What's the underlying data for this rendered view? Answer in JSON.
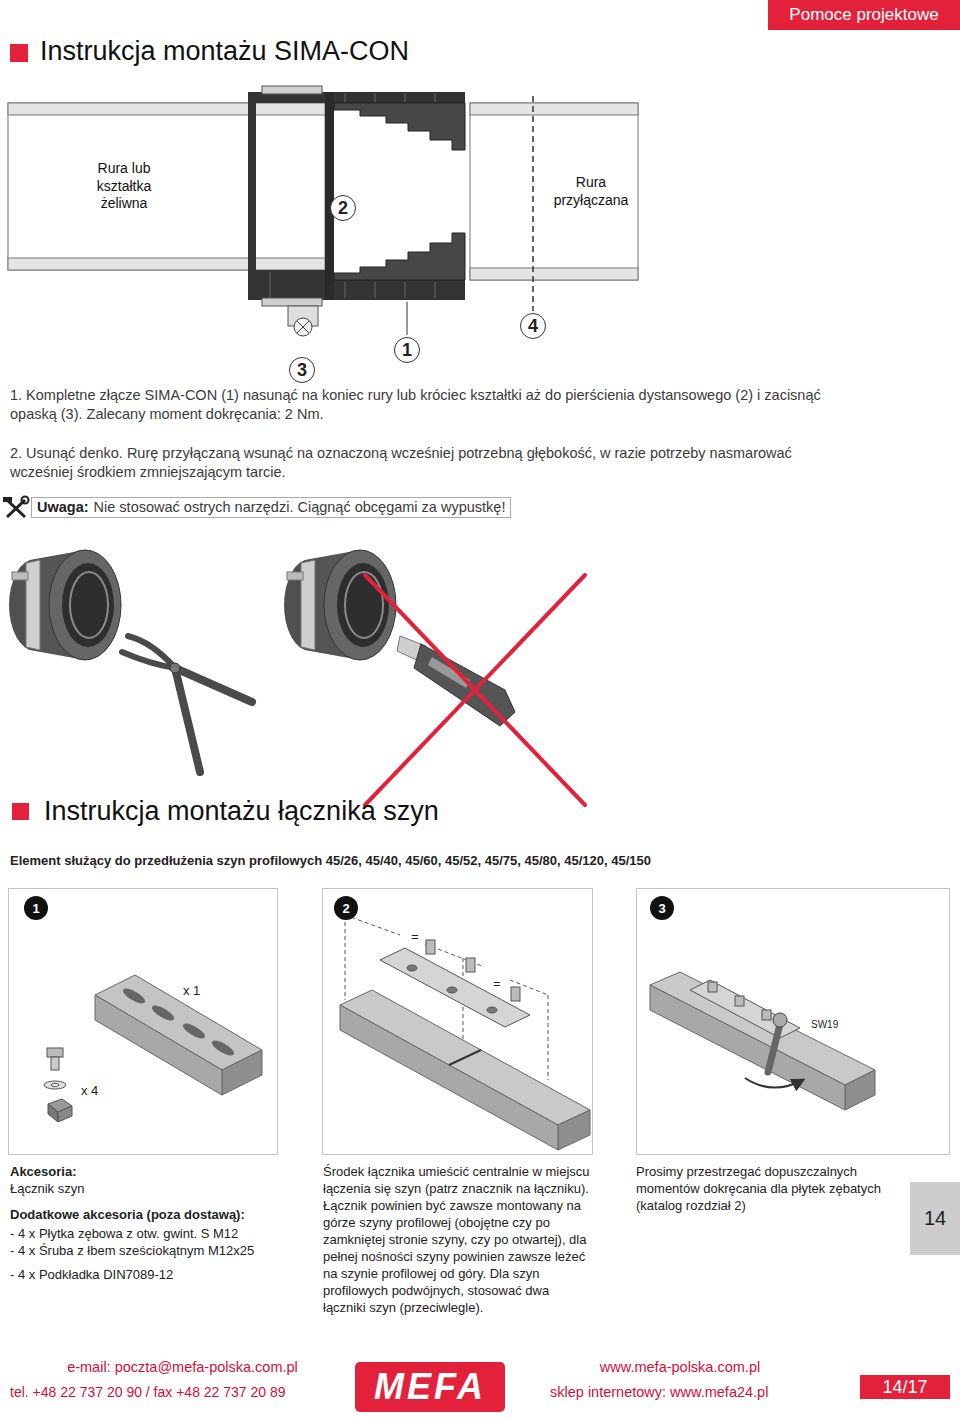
{
  "diagram": {
    "title": "Instrukcja montażu SIMA-CON",
    "nodes": [
      {
        "text": [
          "Pomoce projektowe"
        ]
      },
      {
        "text": [
          "Rura lub kształtka żeliwna"
        ]
      },
      {
        "text": [
          "2"
        ]
      },
      {
        "text": [
          "Rura przyłączana"
        ]
      },
      {
        "text": [
          "3"
        ]
      },
      {
        "text": [
          "1"
        ]
      },
      {
        "text": [
          "4"
        ]
      },
      {
        "text": [
          "x 1",
          "x 4"
        ]
      },
      {
        "text": [
          "1"
        ],
        "in": 7
      },
      {
        "text": [
          "=",
          "="
        ]
      },
      {
        "text": [
          "2"
        ],
        "in": 9
      },
      {
        "text": [
          "SW19"
        ]
      },
      {
        "text": [
          "3"
        ],
        "in": 11
      },
      {
        "text": [
          "14"
        ]
      },
      {
        "text": [
          "MEFA"
        ]
      },
      {
        "text": [
          "14/17"
        ]
      }
    ],
    "labels": [
      "1. Kompletne złącze SIMA-CON (1) nasunąć na koniec rury lub króciec kształtki aż do pierścienia dystansowego (2) i zacisnąć opaską (3). Zalecany moment dokręcania: 2 Nm.",
      "2. Usunąć denko. Rurę przyłączaną wsunąć na oznaczoną wcześniej potrzebną głębokość, w razie potrzeby nasmarować wcześniej środkiem zmniejszającym tarcie.",
      "Uwaga:",
      "Nie stosować ostrych narzędzi. Ciągnąć obcęgami za wypustkę!",
      "Instrukcja montażu łącznika szyn",
      "Element służący do przedłużenia szyn profilowych 45/26, 45/40, 45/60, 45/52, 45/75, 45/80, 45/120, 45/150",
      "Akcesoria:",
      "Łącznik szyn",
      "Dodatkowe akcesoria (poza dostawą):",
      "- 4 x Płytka zębowa z otw. gwint. S M12",
      "- 4 x Śruba z łbem sześciokątnym M12x25",
      "- 4 x Podkładka DIN7089-12",
      "Środek łącznika umieścić centralnie w miejscu łączenia się szyn (patrz znacznik na łączniku). Łącznik powinien być zawsze montowany na górze szyny profilowej (obojętne czy po zamkniętej stronie szyny, czy po otwartej), dla pełnej nośności szyny powinien zawsze leżeć na szynie profilowej od góry. Dla szyn profilowych podwójnych, stosować dwa łączniki szyn (przeciwlegle).",
      "Prosimy przestrzegać dopuszczalnych momentów dokręcania dla płytek zębatych (katalog rozdział 2)",
      "e-mail: poczta@mefa-polska.com.pl",
      "tel. +48 22 737 20 90 / fax +48 22 737 20 89",
      "www.mefa-polska.com.pl",
      "sklep internetowy: www.mefa24.pl"
    ]
  }
}
